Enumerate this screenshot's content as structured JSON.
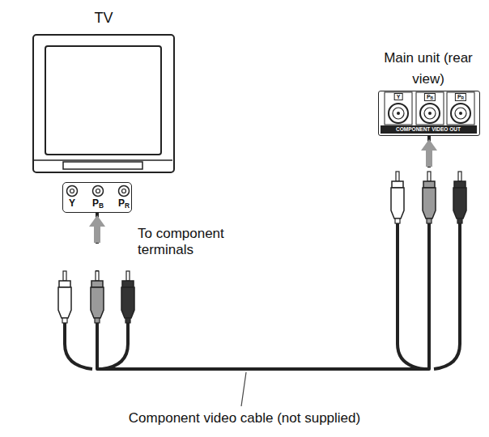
{
  "diagram": {
    "nodes": [
      {
        "text": [
          "TV"
        ]
      },
      {
        "text": [
          "Y",
          "PB",
          "PR"
        ]
      },
      {
        "text": [
          "Main unit (rear view)",
          "Y",
          "PB",
          "PR",
          "COMPONENT VIDEO OUT"
        ]
      }
    ],
    "edges": [
      {
        "from": 1,
        "to": 2,
        "arrow": "none"
      }
    ],
    "labels": [
      "To component terminals",
      "Component video cable (not supplied)"
    ]
  }
}
